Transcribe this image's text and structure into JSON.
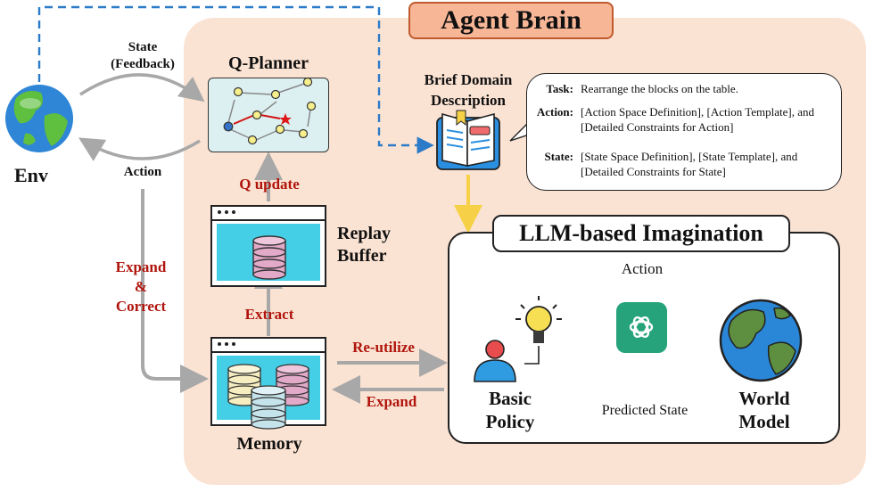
{
  "agent_brain": {
    "title": "Agent Brain"
  },
  "env": {
    "label": "Env",
    "state_label_line1": "State",
    "state_label_line2": "(Feedback)",
    "action_label": "Action"
  },
  "q_planner": {
    "title": "Q-Planner",
    "update_label": "Q update"
  },
  "replay_buffer": {
    "label_line1": "Replay",
    "label_line2": "Buffer",
    "extract_label": "Extract"
  },
  "memory": {
    "label": "Memory",
    "expand_correct_line1": "Expand",
    "expand_correct_line2": "&",
    "expand_correct_line3": "Correct",
    "reutilize_label": "Re-utilize",
    "expand_label": "Expand"
  },
  "domain": {
    "title_line1": "Brief Domain",
    "title_line2": "Description",
    "task_key": "Task:",
    "task_value": "Rearrange the blocks on the table.",
    "action_key": "Action:",
    "action_value": "[Action Space Definition], [Action Template], and [Detailed Constraints for Action]",
    "state_key": "State:",
    "state_value": "[State Space Definition], [State Template], and [Detailed Constraints for State]"
  },
  "imagination": {
    "title": "LLM-based Imagination",
    "action_label": "Action",
    "predicted_state_label": "Predicted State",
    "basic_policy_line1": "Basic",
    "basic_policy_line2": "Policy",
    "world_model_line1": "World",
    "world_model_line2": "Model"
  },
  "colors": {
    "brain_bg": "#fbe3d3",
    "title_bg": "#f7b696",
    "accent_red": "#b0150d",
    "dashed_blue": "#2b7bc8",
    "arrow_yellow": "#f6d147"
  }
}
